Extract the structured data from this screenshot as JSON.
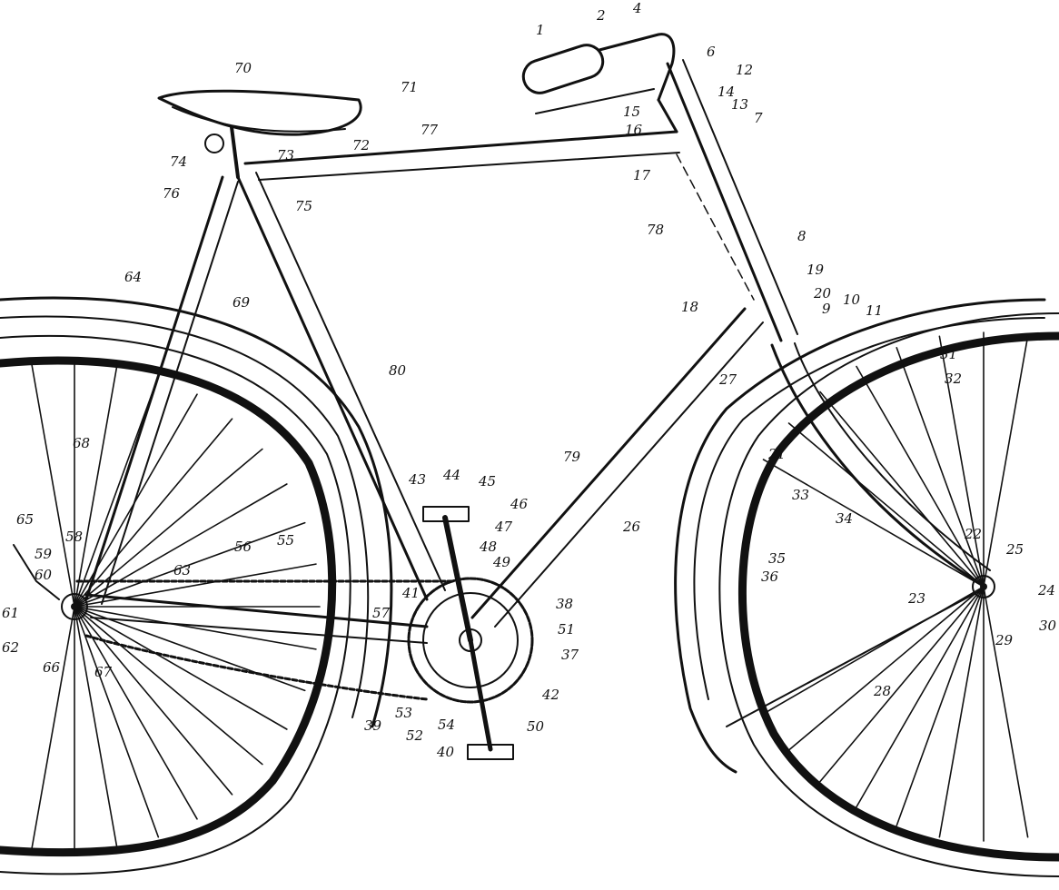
{
  "colors": {
    "ink": "#111111",
    "paper": "#ffffff"
  },
  "labels": [
    "1",
    "2",
    "4",
    "6",
    "7",
    "8",
    "9",
    "10",
    "11",
    "12",
    "13",
    "14",
    "15",
    "16",
    "17",
    "18",
    "19",
    "20",
    "21",
    "22",
    "23",
    "24",
    "25",
    "26",
    "27",
    "28",
    "29",
    "30",
    "31",
    "32",
    "33",
    "34",
    "35",
    "36",
    "37",
    "38",
    "39",
    "40",
    "41",
    "42",
    "43",
    "44",
    "45",
    "46",
    "47",
    "48",
    "49",
    "50",
    "51",
    "52",
    "53",
    "54",
    "55",
    "56",
    "57",
    "58",
    "59",
    "60",
    "61",
    "62",
    "63",
    "64",
    "65",
    "66",
    "67",
    "68",
    "69",
    "70",
    "71",
    "72",
    "73",
    "74",
    "75",
    "76",
    "77",
    "78",
    "79",
    "80"
  ]
}
